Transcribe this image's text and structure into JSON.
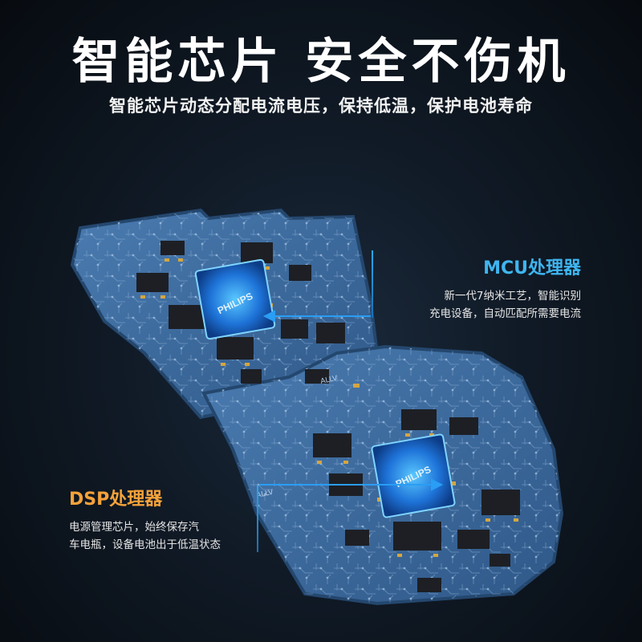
{
  "header": {
    "title": "智能芯片 安全不伤机",
    "subtitle": "智能芯片动态分配电流电压，保持低温，保护电池寿命"
  },
  "board": {
    "chip_brand": "PHILIPS",
    "chip_brand_2": "PHILIPS",
    "marking": "ALLV",
    "marking_2": "ALLV"
  },
  "callouts": {
    "mcu": {
      "title": "MCU处理器",
      "line1": "新一代7纳米工艺，智能识别",
      "line2": "充电设备，自动匹配所需要电流"
    },
    "dsp": {
      "title": "DSP处理器",
      "line1": "电源管理芯片，始终保存汽",
      "line2": "车电瓶，设备电池出于低温状态"
    }
  },
  "colors": {
    "board": "#3c6797",
    "chip_glow": "#1e90ff",
    "mcu_accent": "#3fb5f0",
    "dsp_accent": "#f5a23a"
  }
}
